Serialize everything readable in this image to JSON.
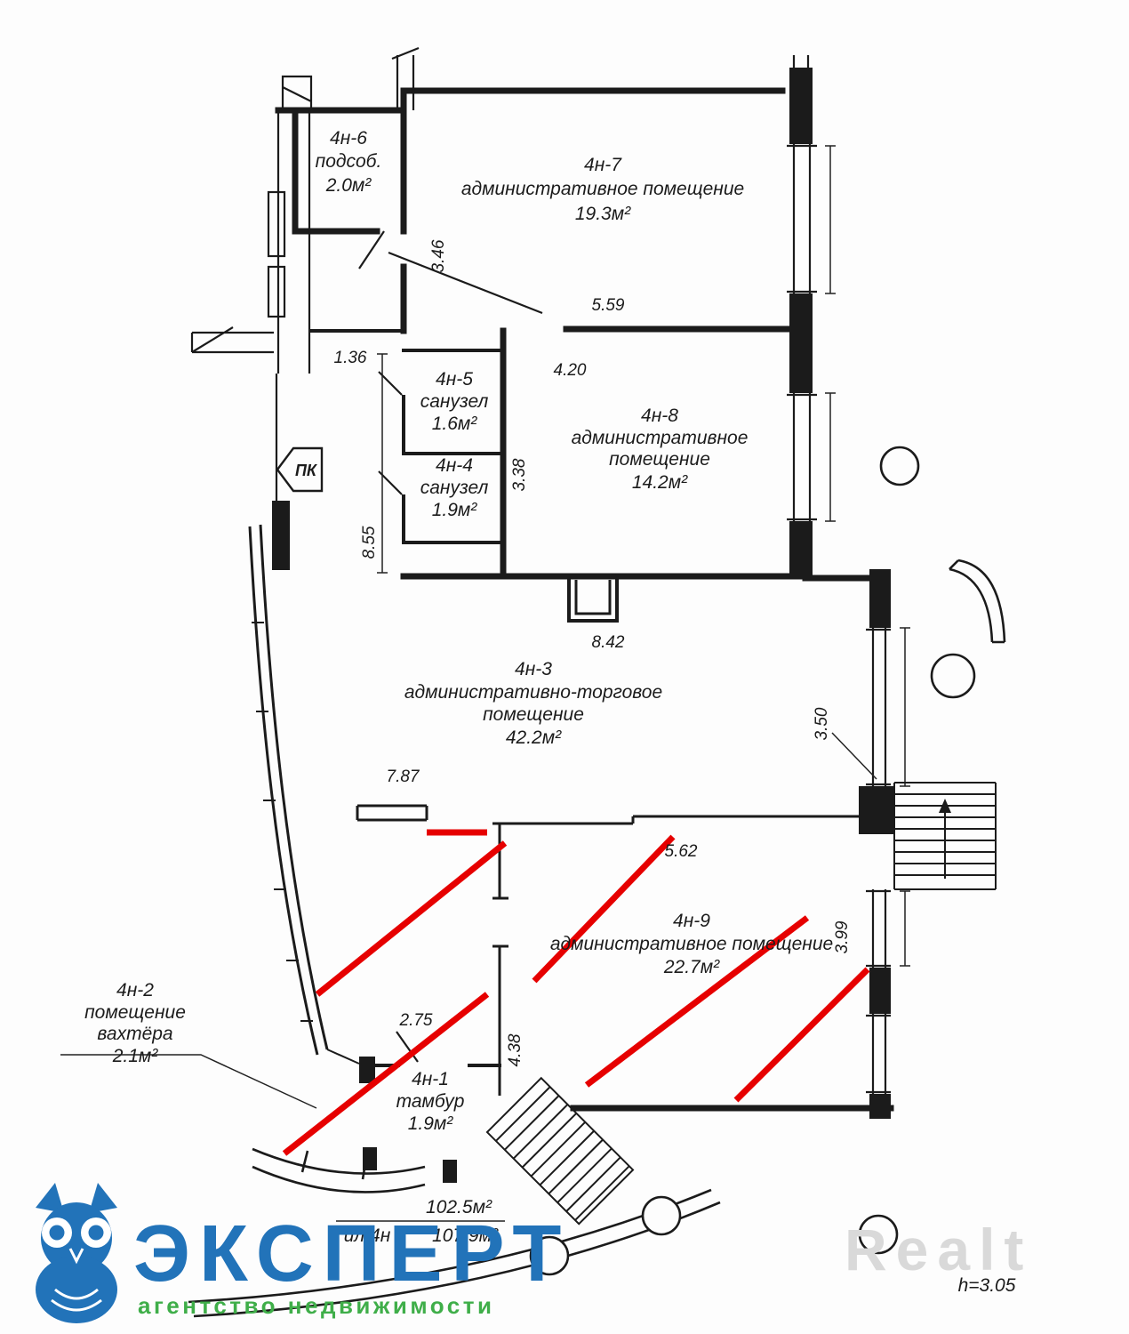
{
  "plan": {
    "rooms": {
      "r1": {
        "id": "4н-1",
        "name": "тамбур",
        "area": "1.9м²"
      },
      "r2": {
        "id": "4н-2",
        "name1": "помещение",
        "name2": "вахтёра",
        "area": "2.1м²"
      },
      "r3": {
        "id": "4н-3",
        "name1": "административно-торговое",
        "name2": "помещение",
        "area": "42.2м²"
      },
      "r4": {
        "id": "4н-4",
        "name": "санузел",
        "area": "1.9м²"
      },
      "r5": {
        "id": "4н-5",
        "name": "санузел",
        "area": "1.6м²"
      },
      "r6": {
        "id": "4н-6",
        "name": "подсоб.",
        "area": "2.0м²"
      },
      "r7": {
        "id": "4н-7",
        "name": "административное помещение",
        "area": "19.3м²"
      },
      "r8": {
        "id": "4н-8",
        "name1": "административное",
        "name2": "помещение",
        "area": "14.2м²"
      },
      "r9": {
        "id": "4н-9",
        "name": "административное помещение",
        "area": "22.7м²"
      }
    },
    "dims": {
      "d136": "1.36",
      "d275": "2.75",
      "d338": "3.38",
      "d346": "3.46",
      "d350": "3.50",
      "d399": "3.99",
      "d420": "4.20",
      "d438": "4.38",
      "d559": "5.59",
      "d562": "5.62",
      "d787": "7.87",
      "d842": "8.42",
      "d855": "8.55"
    },
    "labels": {
      "pk": "ПК",
      "area_total_top": "102.5м²",
      "area_total_bottom": "107.9м²",
      "sheet": "ил.4н",
      "ceiling_height": "h=3.05"
    }
  },
  "logo": {
    "title": "ЭКСПЕРТ",
    "subtitle": "агентство недвижимости",
    "title_color": "#2273b9",
    "subtitle_color": "#3fae49"
  },
  "watermark": {
    "text": "Realt",
    "color": "#d9d9d9"
  },
  "colors": {
    "line": "#1b1b1b",
    "highlight": "#e60000",
    "background": "#fdfdfd"
  }
}
